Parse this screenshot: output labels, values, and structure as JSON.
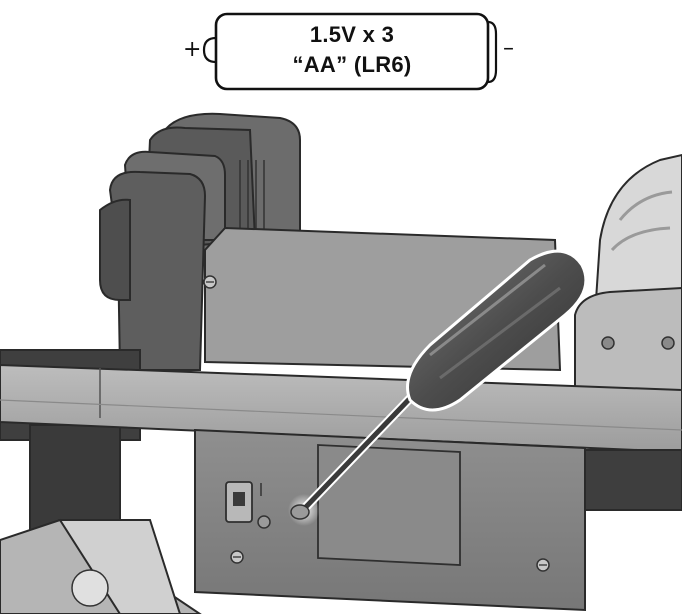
{
  "battery": {
    "plus_sign": "+",
    "minus_sign": "–",
    "line1": "1.5V x 3",
    "line2": "“AA” (LR6)"
  },
  "illustration": {
    "subject": "screwdriver-battery-compartment",
    "colors": {
      "body_light": "#a9a9a9",
      "body_mid": "#8c8c8c",
      "body_dark": "#5e5e5e",
      "outline": "#2a2a2a",
      "handle": "#555555",
      "shaft": "#3a3a3a"
    }
  }
}
